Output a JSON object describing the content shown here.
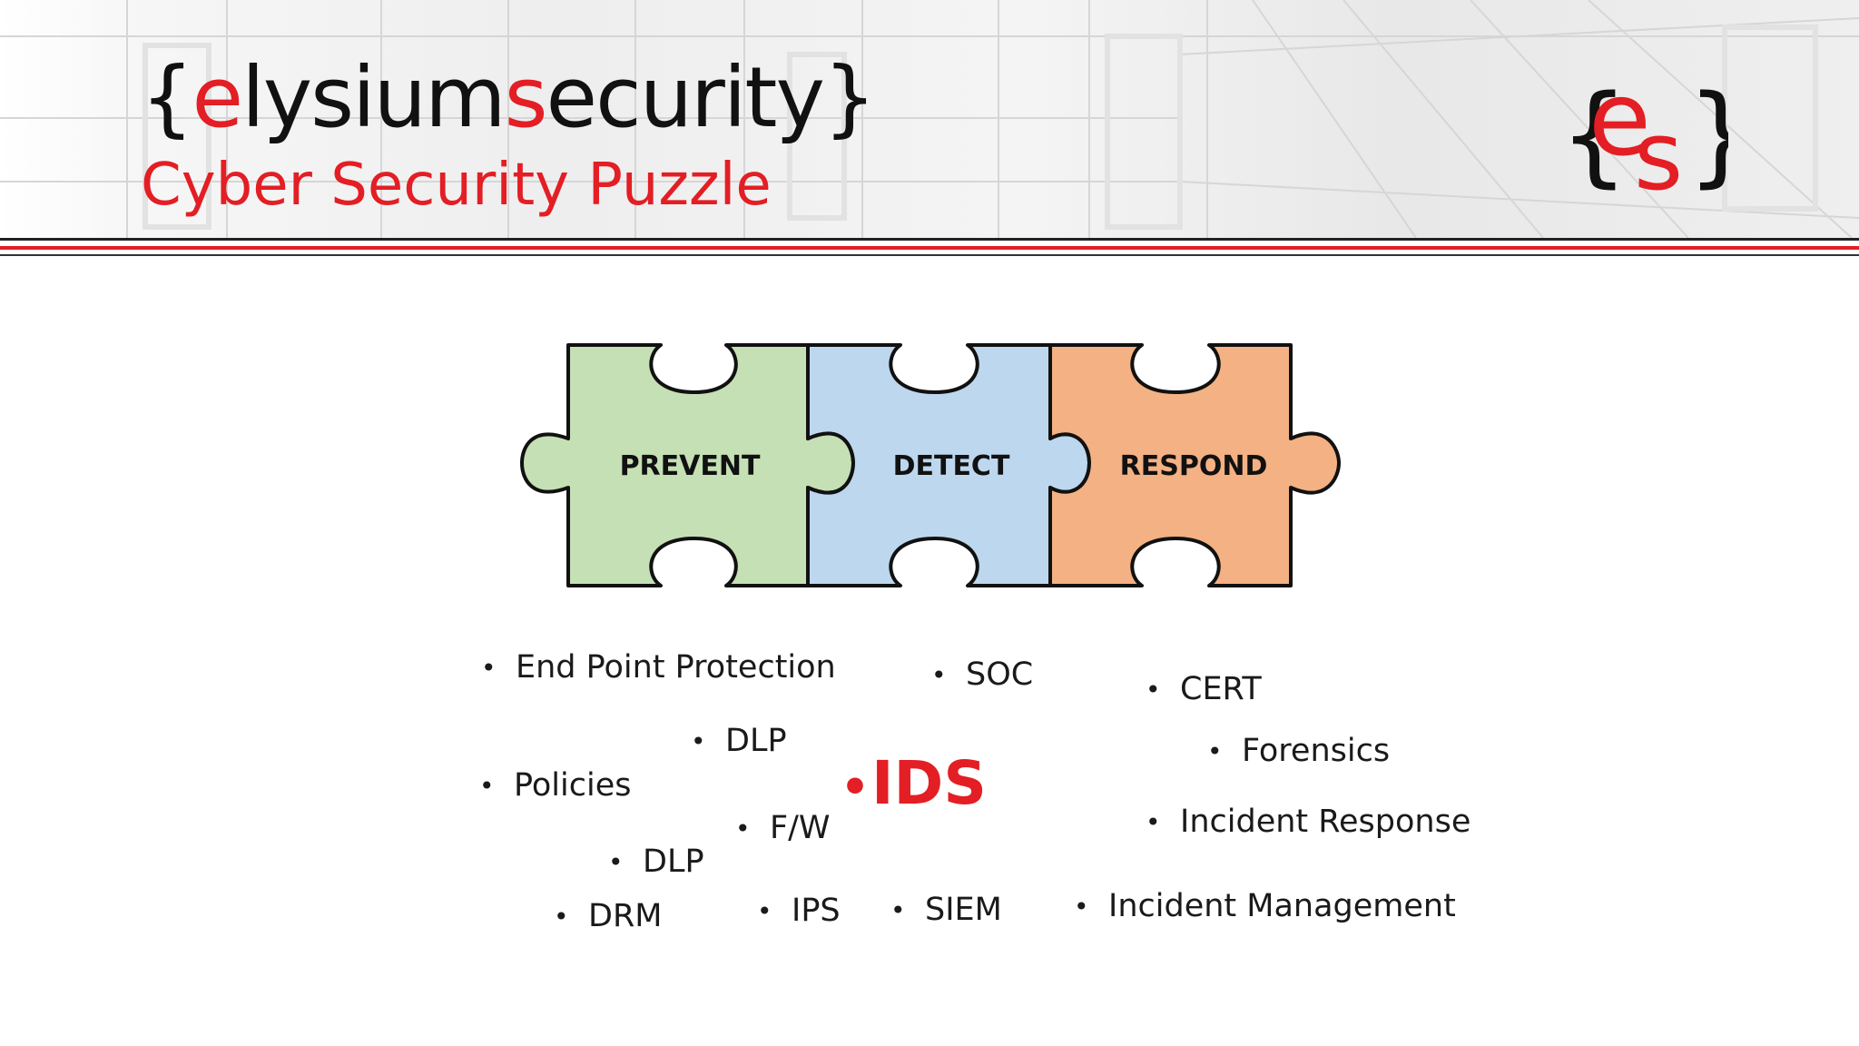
{
  "brand": {
    "open_brace": "{",
    "part1_red": "e",
    "part2": "lysium",
    "part3_red": "s",
    "part4": "ecurity",
    "close_brace": "}"
  },
  "subtitle": "Cyber Security Puzzle",
  "logo": {
    "open_brace": "{",
    "letter1": "e",
    "letter2": "s",
    "close_brace": "}"
  },
  "colors": {
    "brand_red": "#e31e24",
    "prevent": "#c5e0b4",
    "detect": "#bdd7ee",
    "respond": "#f4b183"
  },
  "puzzle": {
    "pieces": [
      "PREVENT",
      "DETECT",
      "RESPOND"
    ]
  },
  "items": {
    "end_point_protection": "End Point Protection",
    "soc": "SOC",
    "cert": "CERT",
    "dlp_1": "DLP",
    "forensics": "Forensics",
    "policies": "Policies",
    "ids": "IDS",
    "fw": "F/W",
    "incident_response": "Incident Response",
    "dlp_2": "DLP",
    "drm": "DRM",
    "ips": "IPS",
    "siem": "SIEM",
    "incident_management": "Incident Management"
  },
  "bullet": "•"
}
